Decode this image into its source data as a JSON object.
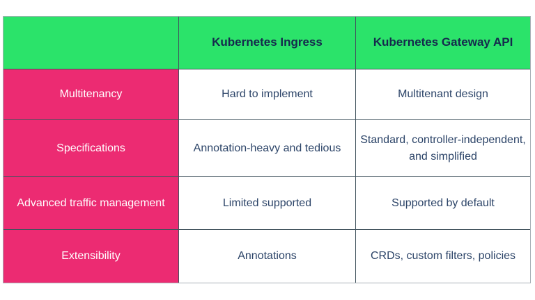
{
  "colors": {
    "header_bg": "#2be36a",
    "label_bg": "#ec2b72",
    "header_text": "#15294d",
    "body_text": "#2c4468",
    "label_text": "#ffffff",
    "border_inner": "#42545e",
    "border_outer": "#a8b0b6",
    "page_bg": "#ffffff"
  },
  "chart_data": {
    "type": "table",
    "title": "",
    "columns": [
      "",
      "Kubernetes Ingress",
      "Kubernetes Gateway API"
    ],
    "rows": [
      {
        "feature": "Multitenancy",
        "ingress": "Hard to implement",
        "gateway": "Multitenant design"
      },
      {
        "feature": "Specifications",
        "ingress": "Annotation-heavy and tedious",
        "gateway": "Standard, controller-independent, and simplified"
      },
      {
        "feature": "Advanced traffic management",
        "ingress": "Limited supported",
        "gateway": "Supported by default"
      },
      {
        "feature": "Extensibility",
        "ingress": "Annotations",
        "gateway": "CRDs, custom filters, policies"
      }
    ]
  }
}
